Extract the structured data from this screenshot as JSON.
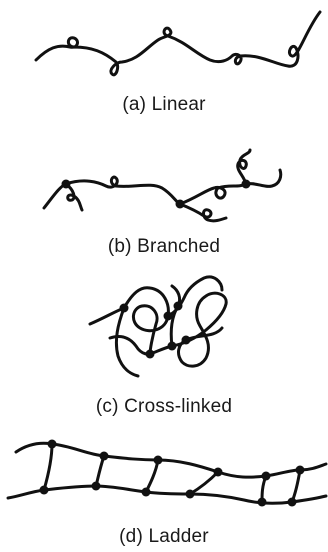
{
  "panels": [
    {
      "id": "linear",
      "caption": "(a) Linear"
    },
    {
      "id": "branched",
      "caption": "(b) Branched"
    },
    {
      "id": "cross-linked",
      "caption": "(c) Cross-linked"
    },
    {
      "id": "ladder",
      "caption": "(d) Ladder"
    }
  ],
  "colors": {
    "ink": "#111111",
    "background": "#ffffff"
  }
}
